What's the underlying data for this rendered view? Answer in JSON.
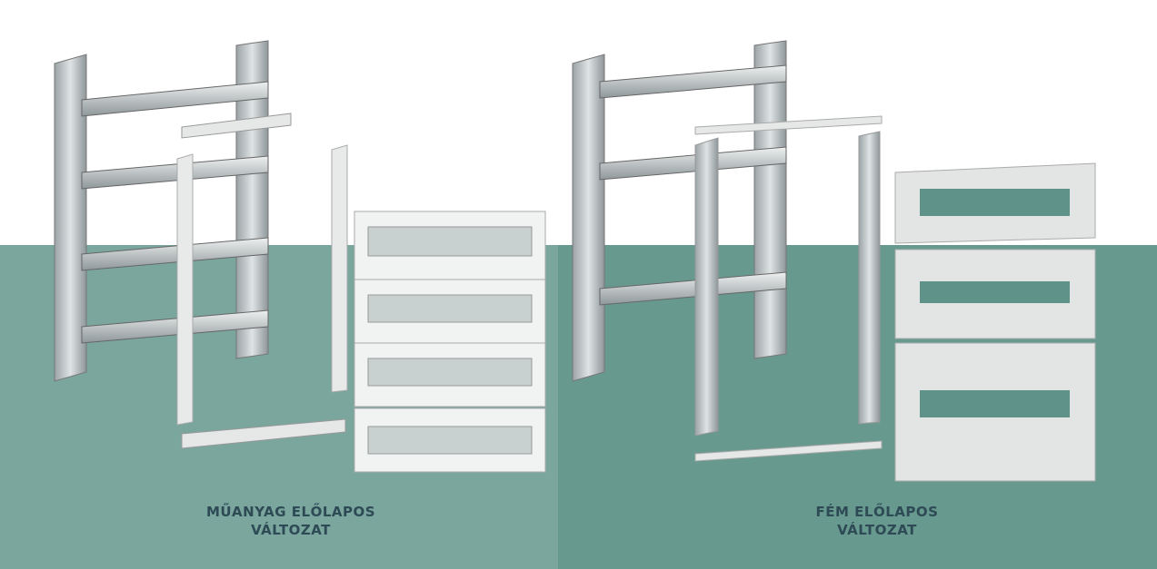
{
  "variants": [
    {
      "line1": "MŰANYAG ELŐLAPOS",
      "line2": "VÁLTOZAT"
    },
    {
      "line1": "FÉM ELŐLAPOS",
      "line2": "VÁLTOZAT"
    }
  ],
  "colors": {
    "left_bg": "#7aa69e",
    "right_bg": "#67998f",
    "text": "#2d4a55"
  }
}
